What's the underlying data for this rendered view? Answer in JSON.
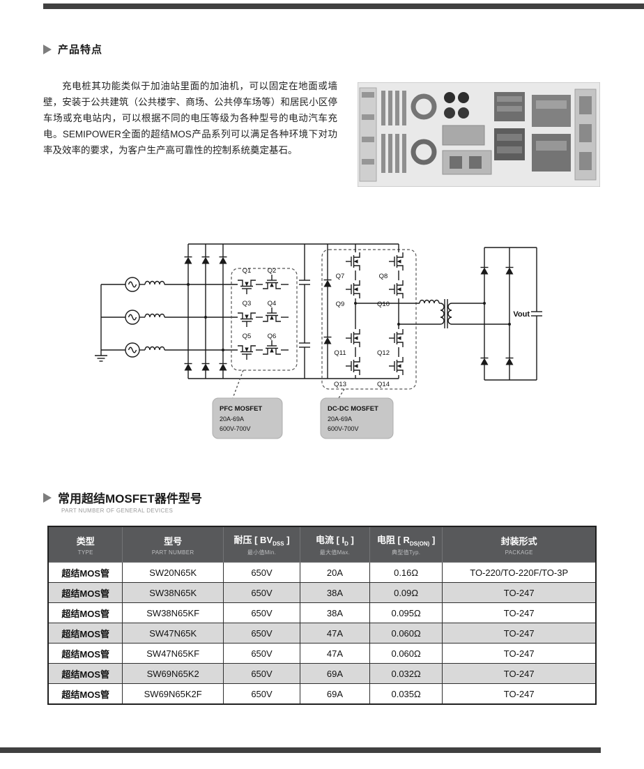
{
  "features": {
    "title": "产品特点",
    "paragraph": "充电桩其功能类似于加油站里面的加油机，可以固定在地面或墙壁，安装于公共建筑（公共楼宇、商场、公共停车场等）和居民小区停车场或充电站内，可以根据不同的电压等级为各种型号的电动汽车充电。SEMIPOWER全面的超结MOS产品系列可以满足各种环境下对功率及效率的要求，为客户生产高可靠性的控制系统奠定基石。"
  },
  "circuit": {
    "mosfet_labels": [
      "Q1",
      "Q2",
      "Q3",
      "Q4",
      "Q5",
      "Q6",
      "Q7",
      "Q8",
      "Q9",
      "Q10",
      "Q11",
      "Q12",
      "Q13",
      "Q14"
    ],
    "vout_label": "Vout",
    "pfc_callout": {
      "title": "PFC MOSFET",
      "current": "20A-69A",
      "voltage": "600V-700V"
    },
    "dcdc_callout": {
      "title": "DC-DC MOSFET",
      "current": "20A-69A",
      "voltage": "600V-700V"
    }
  },
  "parts_section": {
    "title": "常用超结MOSFET器件型号",
    "subtitle": "PART NUMBER OF GENERAL DEVICES"
  },
  "table": {
    "headers": [
      {
        "cn": "类型",
        "en": "TYPE"
      },
      {
        "cn": "型号",
        "en": "PART NUMBER"
      },
      {
        "cn_pre": "耐压 [ BV",
        "cn_sub": "DSS",
        "cn_post": " ]",
        "en": "最小值Min."
      },
      {
        "cn_pre": "电流 [ I",
        "cn_sub": "D",
        "cn_post": " ]",
        "en": "最大值Max."
      },
      {
        "cn_pre": "电阻 [ R",
        "cn_sub": "DS(ON)",
        "cn_post": " ]",
        "en": "典型值Typ."
      },
      {
        "cn": "封装形式",
        "en": "PACKAGE"
      }
    ],
    "rows": [
      [
        "超结MOS管",
        "SW20N65K",
        "650V",
        "20A",
        "0.16Ω",
        "TO-220/TO-220F/TO-3P"
      ],
      [
        "超结MOS管",
        "SW38N65K",
        "650V",
        "38A",
        "0.09Ω",
        "TO-247"
      ],
      [
        "超结MOS管",
        "SW38N65KF",
        "650V",
        "38A",
        "0.095Ω",
        "TO-247"
      ],
      [
        "超结MOS管",
        "SW47N65K",
        "650V",
        "47A",
        "0.060Ω",
        "TO-247"
      ],
      [
        "超结MOS管",
        "SW47N65KF",
        "650V",
        "47A",
        "0.060Ω",
        "TO-247"
      ],
      [
        "超结MOS管",
        "SW69N65K2",
        "650V",
        "69A",
        "0.032Ω",
        "TO-247"
      ],
      [
        "超结MOS管",
        "SW69N65K2F",
        "650V",
        "69A",
        "0.035Ω",
        "TO-247"
      ]
    ]
  }
}
